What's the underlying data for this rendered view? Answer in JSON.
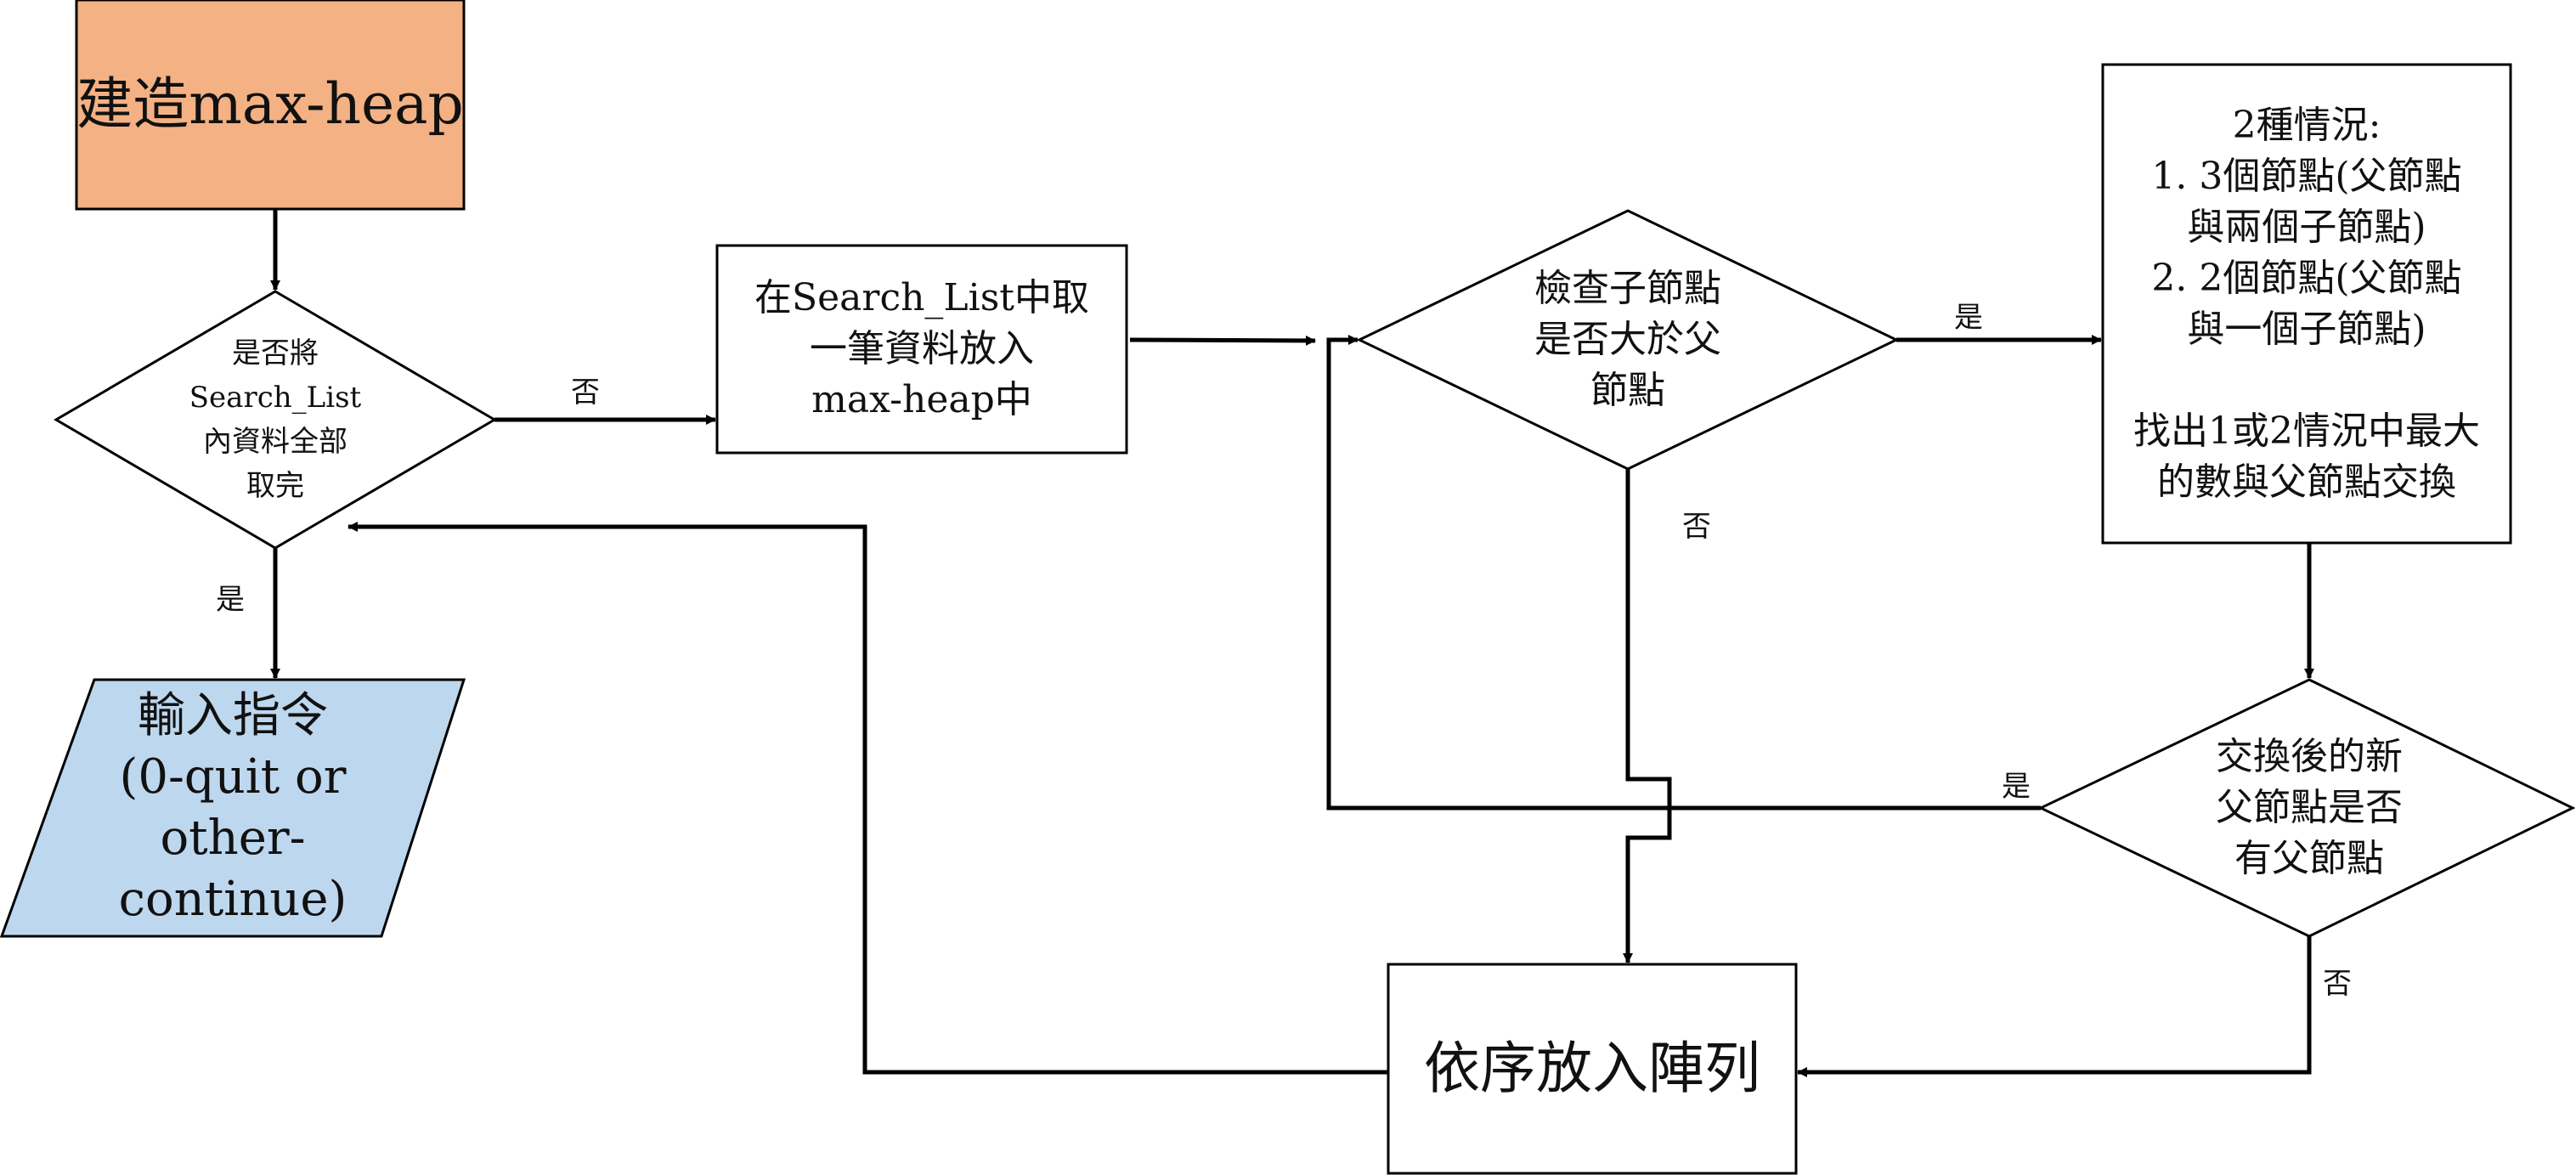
{
  "colors": {
    "start_fill": "#F4B183",
    "io_fill": "#BDD7EE",
    "stroke": "#000000"
  },
  "nodes": {
    "start": "建造max-heap",
    "decision_all_taken": "是否將\nSearch_List\n內資料全部\n取完",
    "take_one": "在Search_List中取\n一筆資料放入\nmax-heap中",
    "check_child": "檢查子節點\n是否大於父\n節點",
    "two_cases": "2種情況:\n1. 3個節點(父節點\n與兩個子節點)\n2. 2個節點(父節點\n與一個子節點)\n\n找出1或2情況中最大\n的數與父節點交換",
    "has_parent": "交換後的新\n父節點是否\n有父節點",
    "input_cmd": "輸入指令\n(0-quit or\nother-\ncontinue)",
    "put_array": "依序放入陣列"
  },
  "edges": {
    "no_1": "否",
    "yes_1": "是",
    "yes_2": "是",
    "no_2": "否",
    "yes_3": "是",
    "no_3": "否"
  }
}
